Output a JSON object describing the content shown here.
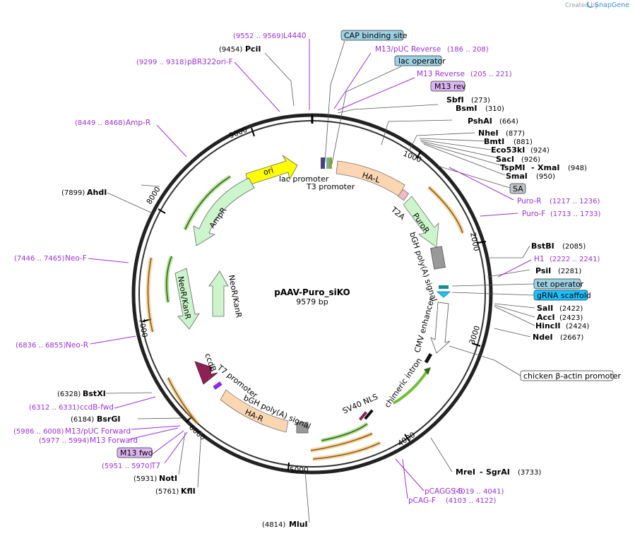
{
  "header": {
    "created_by": "Created by",
    "brand": "SnapGene"
  },
  "map": {
    "name": "pAAV-Puro_siKO",
    "size": "9579 bp"
  },
  "ticks": [
    "1000",
    "2000",
    "3000",
    "4000",
    "5000",
    "6000",
    "7000",
    "8000",
    "9000"
  ],
  "colors": {
    "primer": "#9b30d9",
    "arrow_orange": "#e8a33a",
    "arrow_green": "#6fbf3a",
    "ha": "#fbd6b0",
    "ori": "#ffff00",
    "ccdB": "#8b2252",
    "resistance": "#ccf5cc"
  },
  "features": {
    "ori": "ori",
    "ha_l": "HA-L",
    "ha_r": "HA-R",
    "puror": "PuroR",
    "t2a": "T2A",
    "ampr": "AmpR",
    "neo_inner": "NeoR/KanR",
    "neo_outer": "NeoR/KanR",
    "ccdb": "ccdB",
    "lac_promoter": "lac promoter",
    "t3_promoter": "T3 promoter",
    "t7_promoter": "T7 promoter",
    "bgh_upper": "bGH poly(A) signal",
    "bgh_lower": "bGH poly(A) signal",
    "cmv": "CMV enhancer",
    "chimeric": "chimeric intron",
    "sv40": "SV40 NLS"
  },
  "boxed": {
    "cap": "CAP binding site",
    "lac_op": "lac operator",
    "m13rev": "M13 rev",
    "sa": "SA",
    "tet": "tet operator",
    "grna": "gRNA scaffold",
    "chicken": "chicken β-actin promoter",
    "m13fwd": "M13 fwd"
  },
  "enzymes": {
    "pcii": {
      "name": "PciI",
      "pos": "(9454)"
    },
    "sbfi": {
      "name": "SbfI",
      "pos": "(273)"
    },
    "bsmi": {
      "name": "BsmI",
      "pos": "(310)"
    },
    "pshai": {
      "name": "PshAI",
      "pos": "(664)"
    },
    "nhei": {
      "name": "NheI",
      "pos": "(877)"
    },
    "bmti": {
      "name": "BmtI",
      "pos": "(881)"
    },
    "eco53ki": {
      "name": "Eco53kI",
      "pos": "(924)"
    },
    "saci": {
      "name": "SacI",
      "pos": "(926)"
    },
    "tspmi": {
      "name": "TspMI",
      "name2": "XmaI",
      "pos": "(948)"
    },
    "smai": {
      "name": "SmaI",
      "pos": "(950)"
    },
    "bstbi": {
      "name": "BstBI",
      "pos": "(2085)"
    },
    "psii": {
      "name": "PsiI",
      "pos": "(2281)"
    },
    "sali": {
      "name": "SalI",
      "pos": "(2422)"
    },
    "acci": {
      "name": "AccI",
      "pos": "(2423)"
    },
    "hincii": {
      "name": "HincII",
      "pos": "(2424)"
    },
    "ndei": {
      "name": "NdeI",
      "pos": "(2667)"
    },
    "mrei": {
      "name": "MreI",
      "name2": "SgrAI",
      "pos": "(3733)"
    },
    "mlui": {
      "name": "MluI",
      "pos": "(4814)"
    },
    "kfli": {
      "name": "KflI",
      "pos": "(5761)"
    },
    "noti": {
      "name": "NotI",
      "pos": "(5931)"
    },
    "bsrgi": {
      "name": "BsrGI",
      "pos": "(6184)"
    },
    "bstxi": {
      "name": "BstXI",
      "pos": "(6328)"
    },
    "ahdi": {
      "name": "AhdI",
      "pos": "(7899)"
    }
  },
  "primers": {
    "l4440": {
      "name": "L4440",
      "pos": "(9552 .. 9569)"
    },
    "pbr322": {
      "name": "pBR322ori-F",
      "pos": "(9299 .. 9318)"
    },
    "m13puc_rev": {
      "name": "M13/pUC Reverse",
      "pos": "(186 .. 208)"
    },
    "m13_rev": {
      "name": "M13 Reverse",
      "pos": "(205 .. 221)"
    },
    "ampr_p": {
      "name": "Amp-R",
      "pos": "(8449 .. 8468)"
    },
    "puro_r": {
      "name": "Puro-R",
      "pos": "(1217 .. 1236)"
    },
    "puro_f": {
      "name": "Puro-F",
      "pos": "(1713 .. 1733)"
    },
    "h1": {
      "name": "H1",
      "pos": "(2222 .. 2241)"
    },
    "neo_f": {
      "name": "Neo-F",
      "pos": "(7446 .. 7465)"
    },
    "neo_r": {
      "name": "Neo-R",
      "pos": "(6836 .. 6855)"
    },
    "ccdb_fwd": {
      "name": "ccdB-fwd",
      "pos": "(6312 .. 6331)"
    },
    "m13puc_fwd": {
      "name": "M13/pUC Forward",
      "pos": "(5986 .. 6008)"
    },
    "m13_fwd": {
      "name": "M13 Forward",
      "pos": "(5977 .. 5994)"
    },
    "t7": {
      "name": "T7",
      "pos": "(5951 .. 5970)"
    },
    "pcaggs5": {
      "name": "pCAGGS-5",
      "pos": "(4019 .. 4041)"
    },
    "pcagf": {
      "name": "pCAG-F",
      "pos": "(4103 .. 4122)"
    }
  }
}
